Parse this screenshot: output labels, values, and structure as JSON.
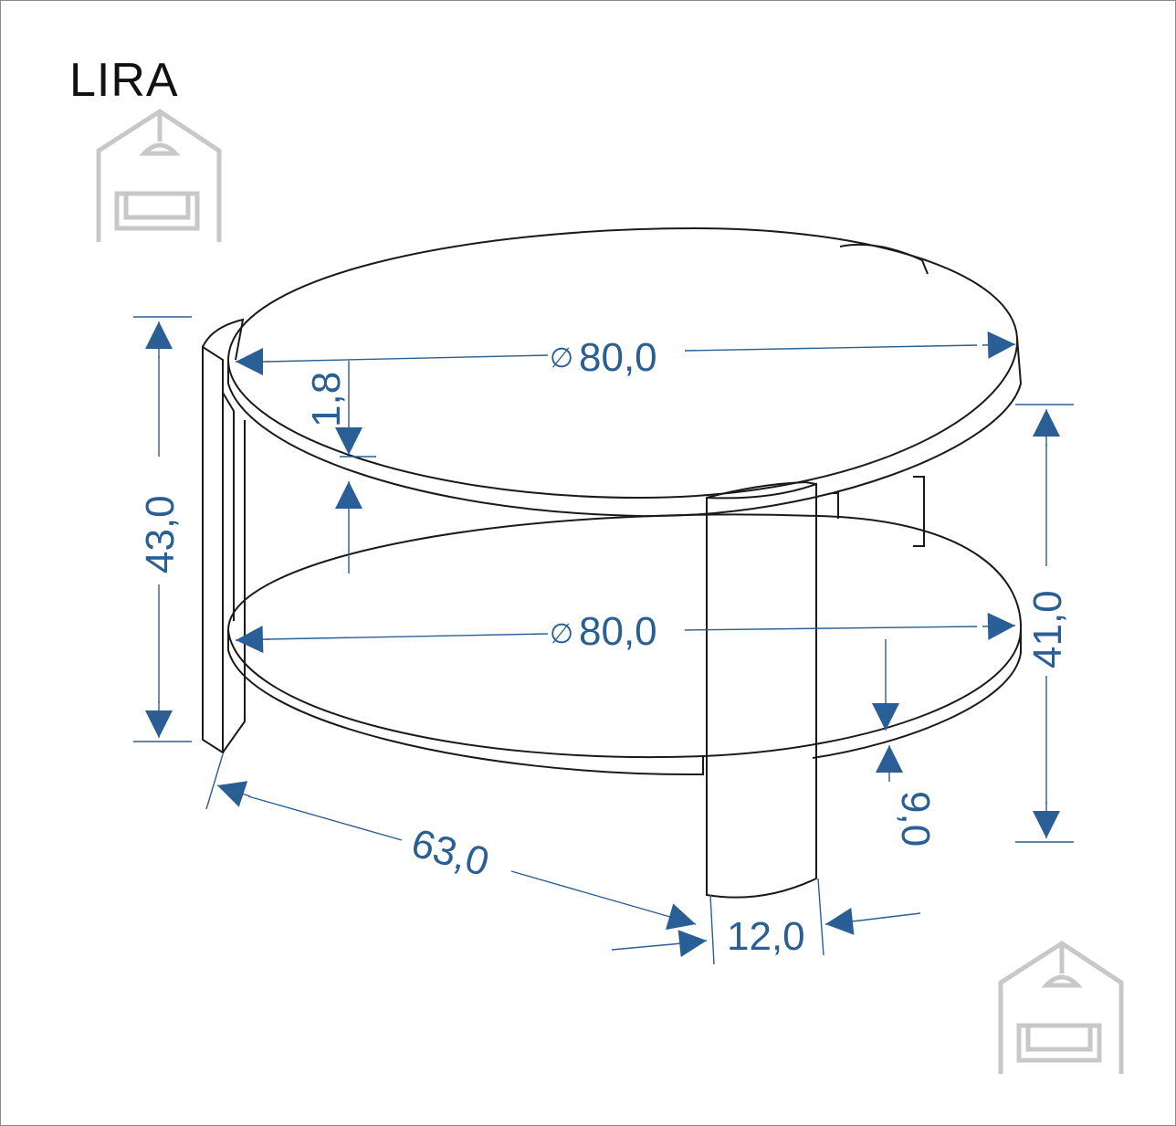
{
  "title": "LIRA",
  "icons": [
    "house-sofa-logo-icon",
    "house-sofa-logo-icon"
  ],
  "colors": {
    "dimension": "#2a5f96",
    "outline": "#1a1a1a",
    "logo": "#c8c8c8"
  },
  "dimensions": {
    "top_diameter": "80,0",
    "shelf_diameter": "80,0",
    "diameter_symbol": "∅",
    "total_height": "43,0",
    "leg_height": "41,0",
    "top_thickness": "1,8",
    "shelf_thickness": "9,0",
    "depth": "63,0",
    "leg_width": "12,0"
  }
}
